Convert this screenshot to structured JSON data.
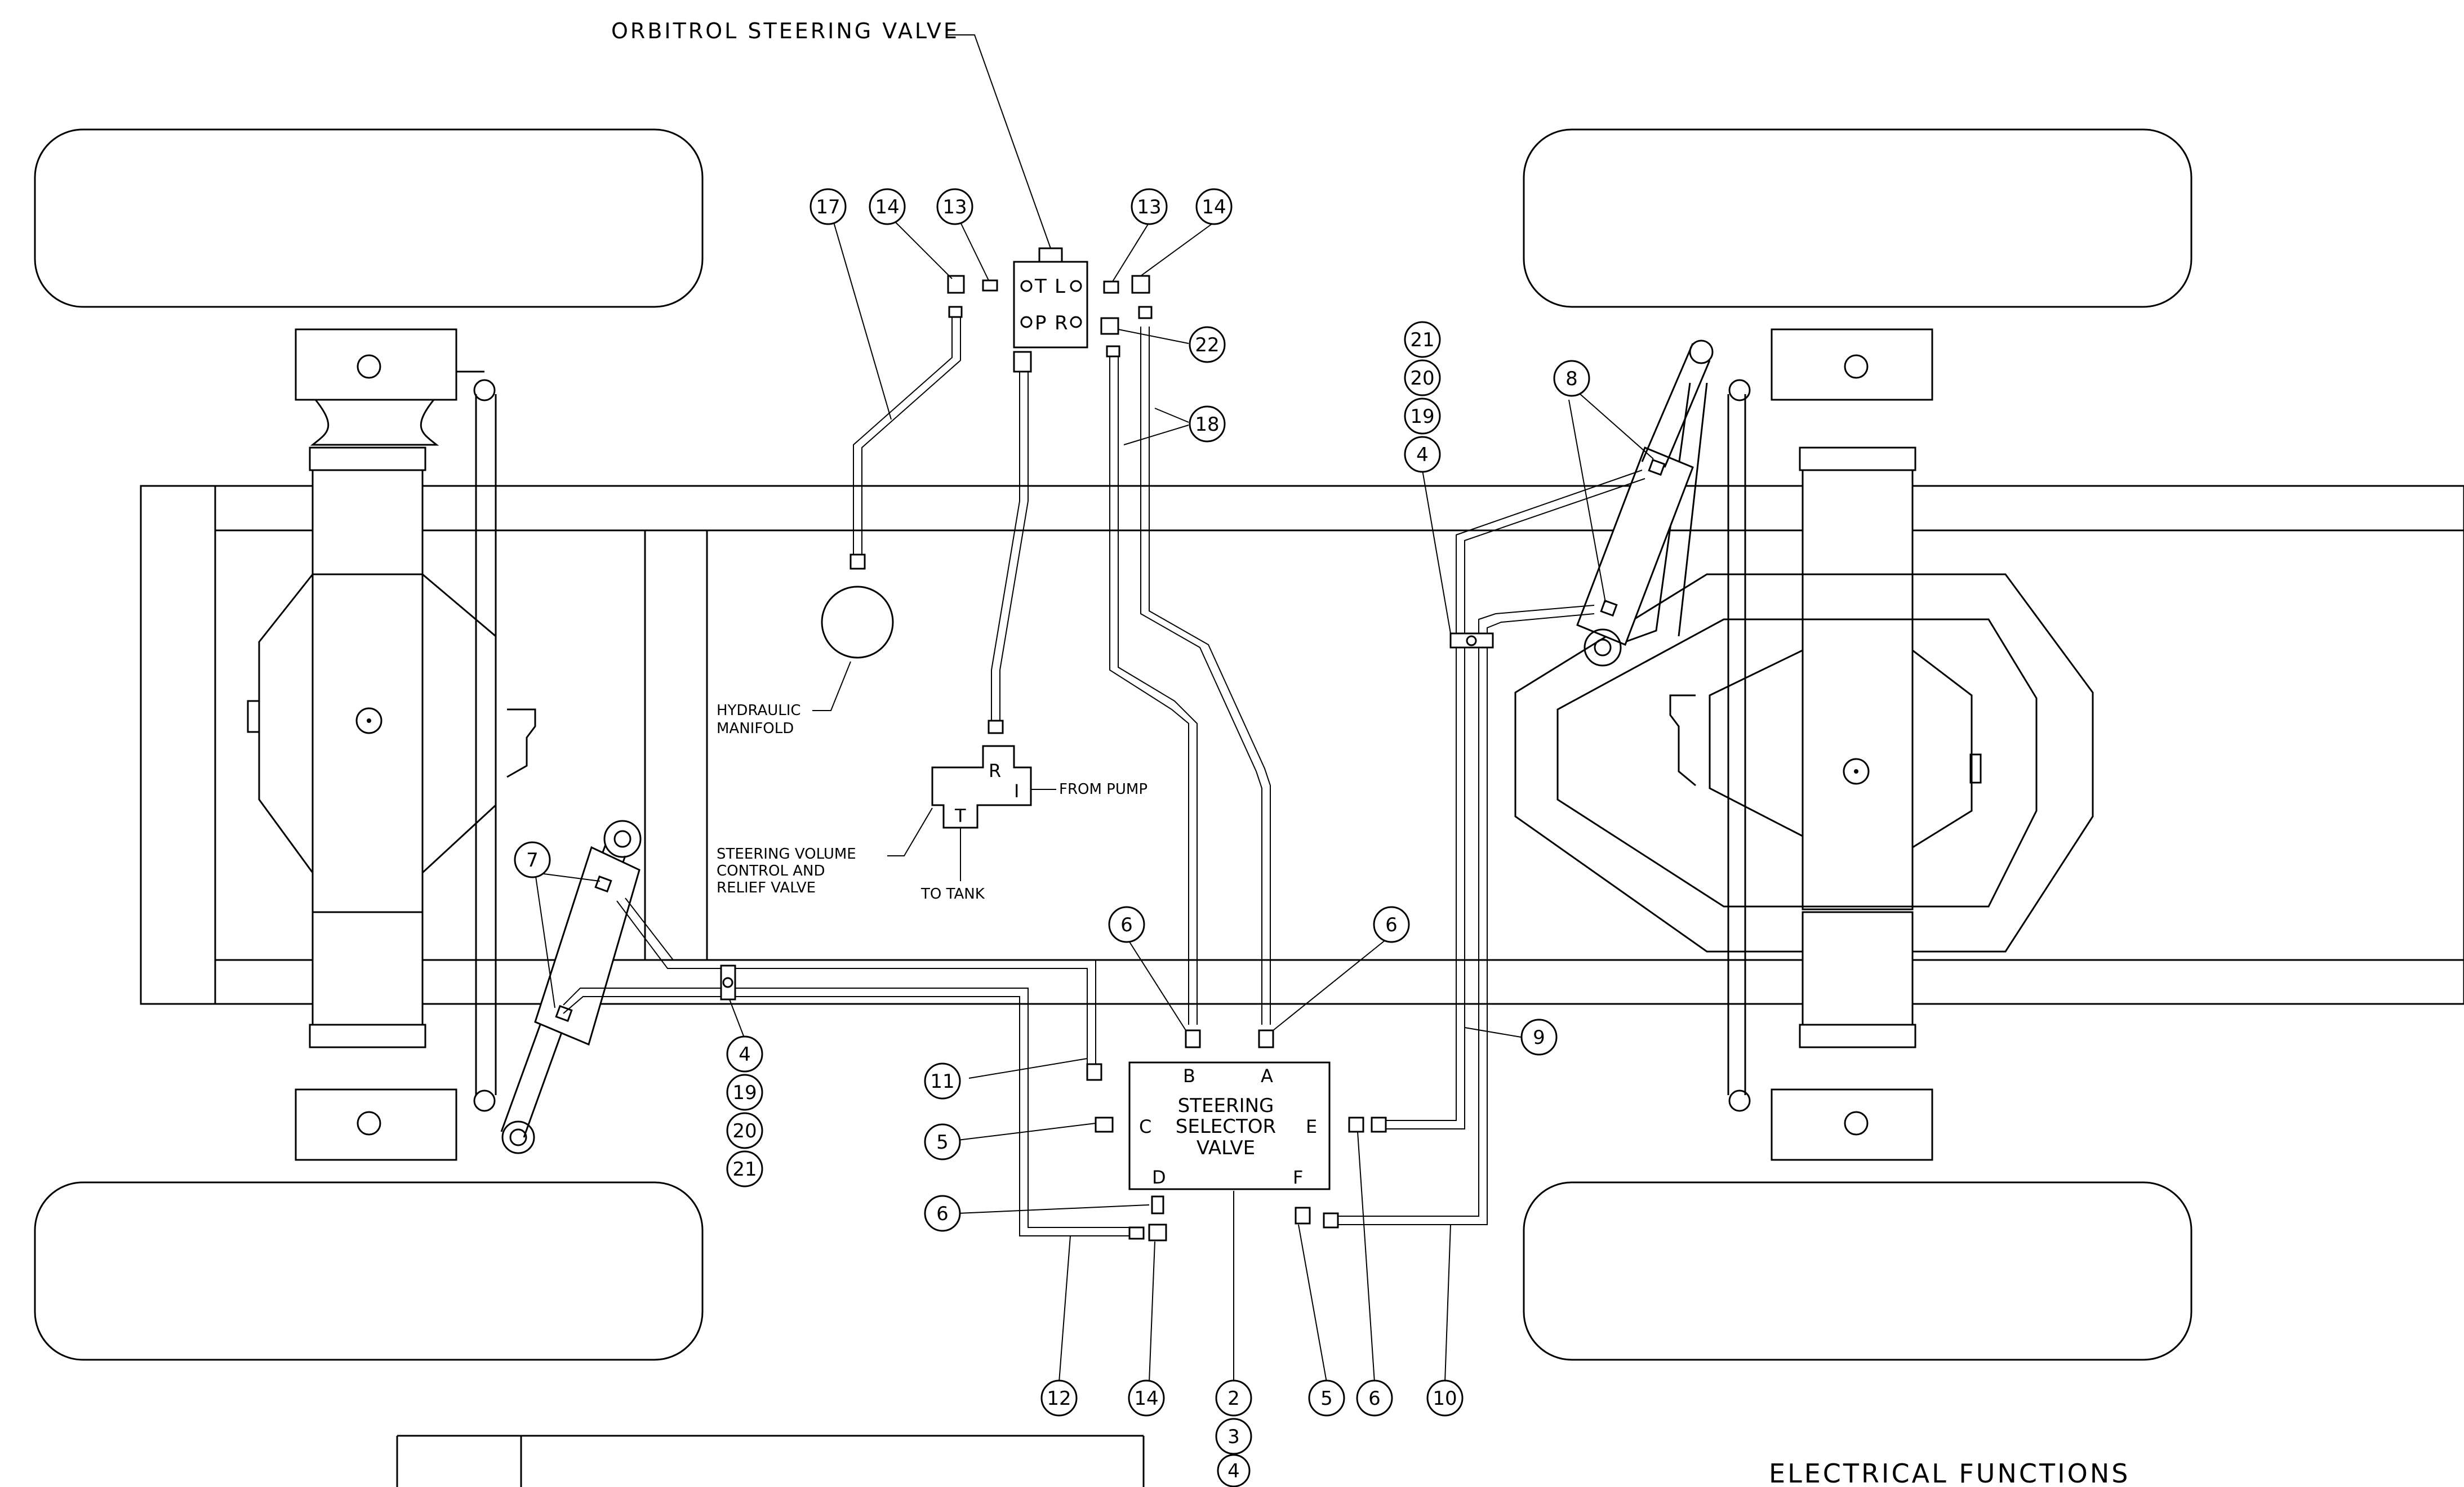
{
  "labels": {
    "orbitrol": "ORBITROL STEERING VALVE",
    "manifold_1": "HYDRAULIC",
    "manifold_2": "MANIFOLD",
    "volume_1": "STEERING VOLUME",
    "volume_2": "CONTROL AND",
    "volume_3": "RELIEF VALVE",
    "from_pump": "FROM PUMP",
    "to_tank": "TO TANK",
    "electrical": "ELECTRICAL FUNCTIONS"
  },
  "orbitrol_ports": {
    "t": "T",
    "l": "L",
    "p": "P",
    "r": "R"
  },
  "volume_ports": {
    "r": "R",
    "i": "I",
    "t": "T"
  },
  "selector": {
    "title_1": "STEERING",
    "title_2": "SELECTOR",
    "title_3": "VALVE",
    "port_a": "A",
    "port_b": "B",
    "port_c": "C",
    "port_d": "D",
    "port_e": "E",
    "port_f": "F"
  },
  "callouts": [
    "17",
    "14",
    "13",
    "13",
    "14",
    "22",
    "18",
    "21",
    "20",
    "19",
    "4",
    "8",
    "7",
    "4",
    "19",
    "20",
    "21",
    "6",
    "6",
    "9",
    "11",
    "5",
    "6",
    "12",
    "14",
    "2",
    "3",
    "4",
    "5",
    "6",
    "10"
  ]
}
